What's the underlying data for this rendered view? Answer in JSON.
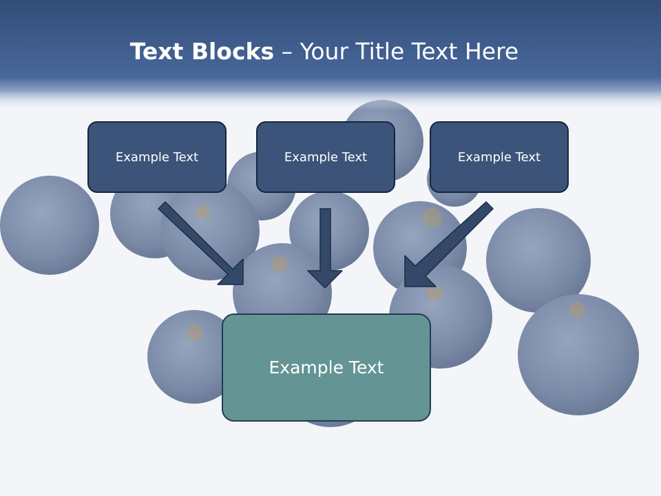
{
  "slide": {
    "title_bold": "Text Blocks",
    "title_rest": " – Your Title Text Here"
  },
  "diagram": {
    "top_blocks": [
      "Example Text",
      "Example Text",
      "Example Text"
    ],
    "bottom_block": "Example Text"
  },
  "colors": {
    "header_band": "#3d5a88",
    "top_block_fill": "#3c5479",
    "bottom_block_fill": "#649494",
    "arrow_fill": "#34486a"
  }
}
